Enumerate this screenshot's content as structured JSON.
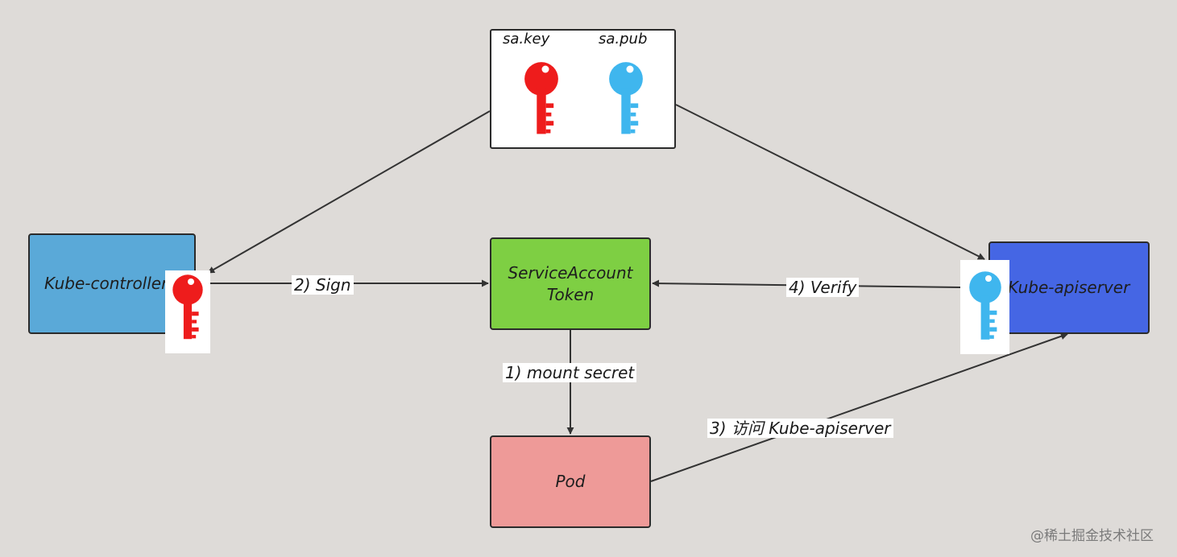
{
  "nodes": {
    "controller": "Kube-controller\nmanager",
    "token": "ServiceAccount\nToken",
    "pod": "Pod",
    "apiserver": "Kube-apiserver"
  },
  "keys": {
    "private_label": "sa.key",
    "public_label": "sa.pub",
    "private_color": "#ee1c1c",
    "public_color": "#3fb6ee"
  },
  "edges": {
    "sign": "2) Sign",
    "verify": "4) Verify",
    "mount": "1) mount secret",
    "access": "3) 访问 Kube-apiserver"
  },
  "watermark": "@稀土掘金技术社区"
}
